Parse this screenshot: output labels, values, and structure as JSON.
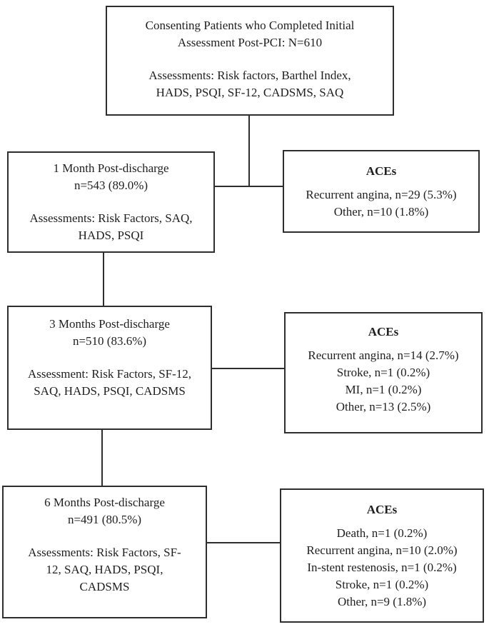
{
  "diagram": {
    "root": {
      "title_lines": [
        "Consenting Patients who Completed Initial",
        "Assessment Post-PCI: N=610"
      ],
      "assessment_lines": [
        "Assessments: Risk factors, Barthel Index,",
        "HADS, PSQI, SF-12, CADSMS, SAQ"
      ]
    },
    "stages": [
      {
        "followup": {
          "heading": "1 Month Post-discharge",
          "n": "n=543 (89.0%)",
          "assessment_lines": [
            "Assessments: Risk Factors, SAQ,",
            "HADS, PSQI"
          ]
        },
        "aces": {
          "title": "ACEs",
          "events": [
            "Recurrent angina, n=29 (5.3%)",
            "Other, n=10 (1.8%)"
          ]
        }
      },
      {
        "followup": {
          "heading": "3 Months Post-discharge",
          "n": "n=510 (83.6%)",
          "assessment_lines": [
            "Assessment: Risk Factors, SF-12,",
            "SAQ, HADS, PSQI, CADSMS"
          ]
        },
        "aces": {
          "title": "ACEs",
          "events": [
            "Recurrent angina, n=14 (2.7%)",
            "Stroke, n=1 (0.2%)",
            "MI, n=1 (0.2%)",
            "Other, n=13 (2.5%)"
          ]
        }
      },
      {
        "followup": {
          "heading": "6 Months Post-discharge",
          "n": "n=491 (80.5%)",
          "assessment_lines": [
            "Assessments: Risk Factors, SF-",
            "12, SAQ, HADS, PSQI,",
            "CADSMS"
          ]
        },
        "aces": {
          "title": "ACEs",
          "events": [
            "Death, n=1 (0.2%)",
            "Recurrent angina, n=10 (2.0%)",
            "In-stent restenosis, n=1 (0.2%)",
            "Stroke, n=1 (0.2%)",
            "Other, n=9 (1.8%)"
          ]
        }
      }
    ],
    "colors": {
      "border": "#2e2e2e",
      "text": "#1f1f1f",
      "background": "#ffffff"
    }
  }
}
